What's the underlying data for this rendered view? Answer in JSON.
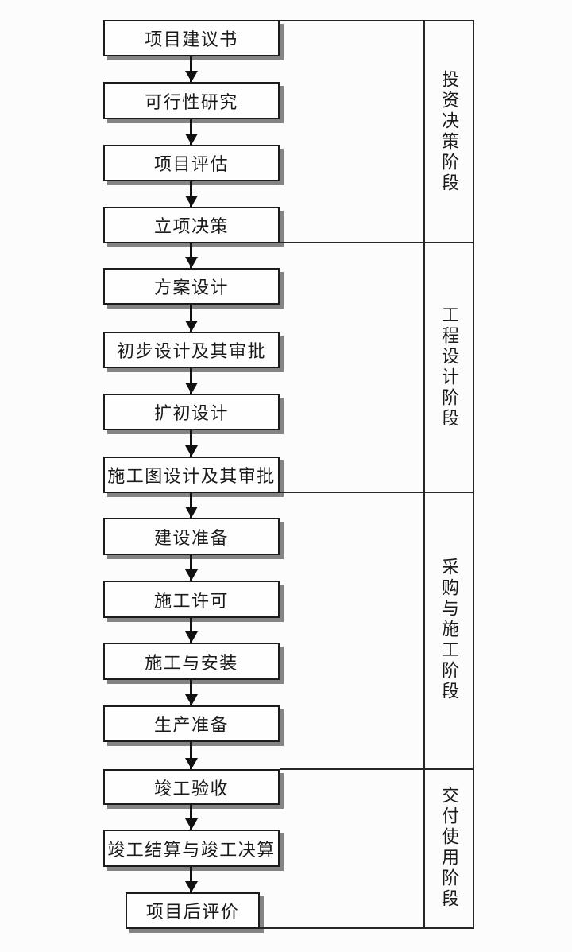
{
  "diagram": {
    "steps": [
      {
        "label": "项目建议书"
      },
      {
        "label": "可行性研究"
      },
      {
        "label": "项目评估"
      },
      {
        "label": "立项决策"
      },
      {
        "label": "方案设计"
      },
      {
        "label": "初步设计及其审批"
      },
      {
        "label": "扩初设计"
      },
      {
        "label": "施工图设计及其审批"
      },
      {
        "label": "建设准备"
      },
      {
        "label": "施工许可"
      },
      {
        "label": "施工与安装"
      },
      {
        "label": "生产准备"
      },
      {
        "label": "竣工验收"
      },
      {
        "label": "竣工结算与竣工决算"
      },
      {
        "label": "项目后评价"
      }
    ],
    "phases": [
      {
        "label": "投资决策阶段"
      },
      {
        "label": "工程设计阶段"
      },
      {
        "label": "采购与施工阶段"
      },
      {
        "label": "交付使用阶段"
      }
    ],
    "colors": {
      "line": "#262626",
      "box_border": "#1c1c1c",
      "box_fill": "#fefefe",
      "shadow": "#848484",
      "background": "#fcfcfc"
    }
  }
}
